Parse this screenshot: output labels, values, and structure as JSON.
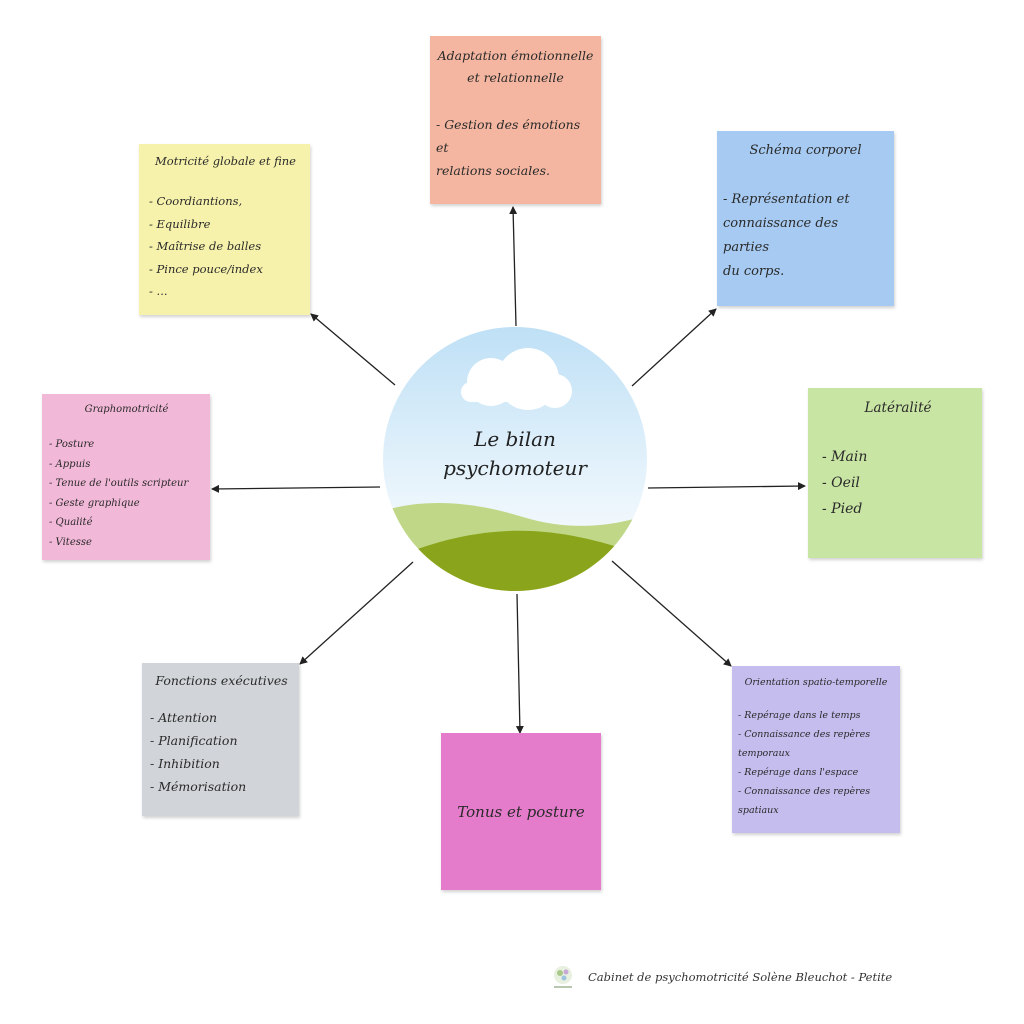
{
  "center": {
    "title_line1": "Le bilan",
    "title_line2": "psychomoteur"
  },
  "notes": {
    "motricite": {
      "color": "#f7f2ab",
      "title": "Motricité globale et fine",
      "items": [
        "- Coordiantions,",
        "- Equilibre",
        "- Maîtrise de balles",
        "- Pince pouce/index",
        "- ..."
      ]
    },
    "adaptation": {
      "color": "#f4b6a0",
      "title_line1": "Adaptation émotionnelle",
      "title_line2": "et relationnelle",
      "items": [
        " - Gestion des émotions et",
        "relations sociales."
      ]
    },
    "schema": {
      "color": "#a6caf1",
      "title": "Schéma corporel",
      "items": [
        " - Représentation et",
        "connaissance des parties",
        "du corps."
      ]
    },
    "lateralite": {
      "color": "#c9e5a4",
      "title": "Latéralité",
      "items": [
        "- Main",
        "- Oeil",
        "- Pied"
      ]
    },
    "orientation": {
      "color": "#c4bdee",
      "title": "Orientation spatio-temporelle",
      "items": [
        " - Repérage dans le temps",
        " - Connaissance des repères",
        "temporaux",
        " - Repérage dans l'espace",
        " - Connaissance des repères",
        "spatiaux"
      ]
    },
    "tonus": {
      "color": "#e57ccb",
      "title": "Tonus et posture"
    },
    "fonctions": {
      "color": "#d1d4d8",
      "title": "Fonctions exécutives",
      "items": [
        "- Attention",
        "- Planification",
        "- Inhibition",
        "- Mémorisation"
      ]
    },
    "graphomotricite": {
      "color": "#f2b8d8",
      "title": "Graphomotricité",
      "items": [
        "- Posture",
        "- Appuis",
        "- Tenue de l'outils scripteur",
        "- Geste graphique",
        "- Qualité",
        "- Vitesse"
      ]
    }
  },
  "footer": {
    "text": "Cabinet de psychomotricité Solène Bleuchot - Petite"
  }
}
